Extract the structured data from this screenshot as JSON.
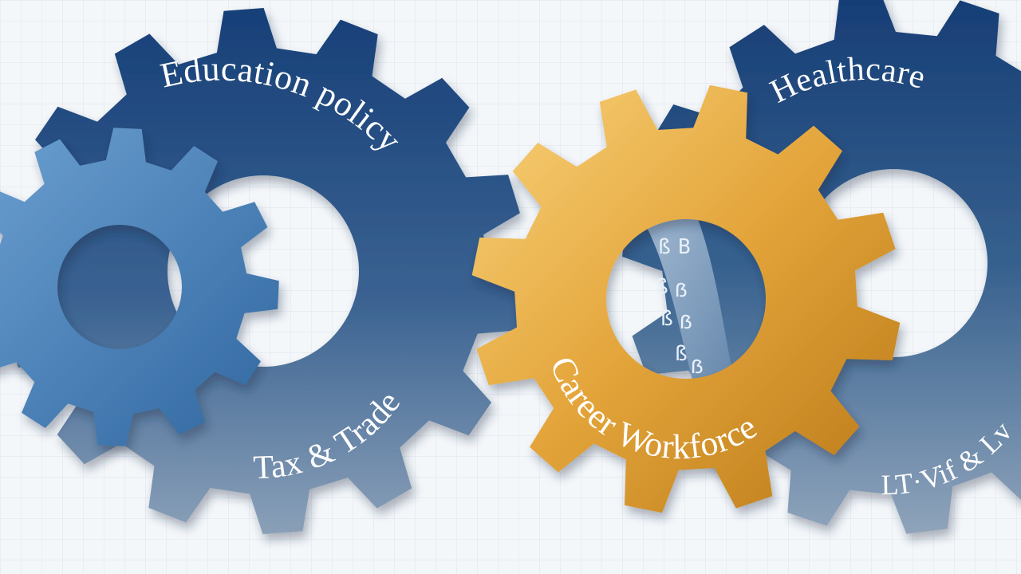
{
  "gears": {
    "top_left": {
      "label": "Education policy"
    },
    "bottom_left": {
      "label": "Tax & Trade"
    },
    "right": {
      "label": "Healthcare"
    },
    "bottom_right": {
      "label": "LT·Vif & Lv"
    },
    "center": {
      "label": "Career Workforce"
    },
    "inner_band": {
      "glyphs": [
        "ß",
        "B",
        "ß",
        "ẞ",
        "ß",
        "ẞ",
        "ß",
        "ẞ"
      ]
    }
  },
  "colors": {
    "navy": "#173f78",
    "slate": "#6f8ba8",
    "light_blue": "#4f86bb",
    "gold": "#e3a43a",
    "grid": "#dde4ec"
  }
}
